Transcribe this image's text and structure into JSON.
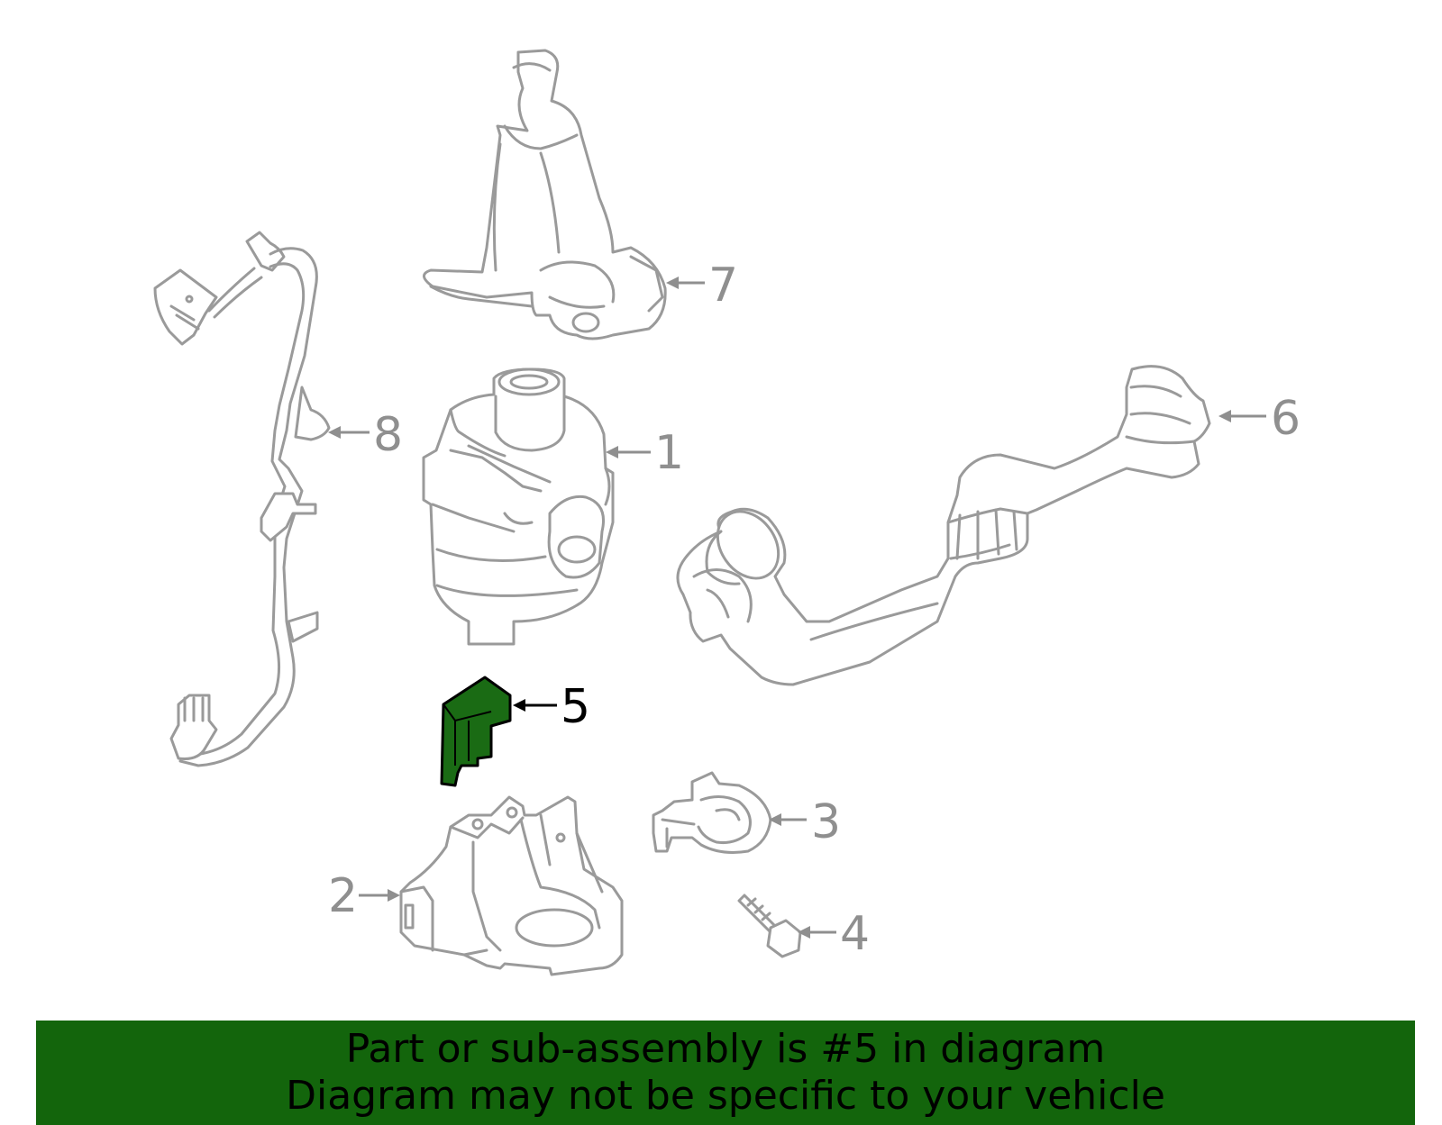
{
  "colors": {
    "part_outline": "#9a9a9a",
    "highlight_fill": "#1a6b14",
    "highlight_stroke": "#000000",
    "banner_background": "#13650c",
    "banner_text": "#000000",
    "callout_default": "#8f8f8f",
    "callout_highlight": "#000000"
  },
  "callouts": [
    {
      "id": "1",
      "label": "1",
      "part": "water-pump",
      "highlighted": false
    },
    {
      "id": "2",
      "label": "2",
      "part": "mounting-bracket",
      "highlighted": false
    },
    {
      "id": "3",
      "label": "3",
      "part": "hose-clamp",
      "highlighted": false
    },
    {
      "id": "4",
      "label": "4",
      "part": "bolt",
      "highlighted": false
    },
    {
      "id": "5",
      "label": "5",
      "part": "insulator",
      "highlighted": true
    },
    {
      "id": "6",
      "label": "6",
      "part": "coolant-hose",
      "highlighted": false
    },
    {
      "id": "7",
      "label": "7",
      "part": "upper-coolant-hose",
      "highlighted": false
    },
    {
      "id": "8",
      "label": "8",
      "part": "wiring-harness",
      "highlighted": false
    }
  ],
  "banner": {
    "line1": "Part or sub-assembly is #5 in diagram",
    "line2": "Diagram may not be specific to your vehicle"
  }
}
